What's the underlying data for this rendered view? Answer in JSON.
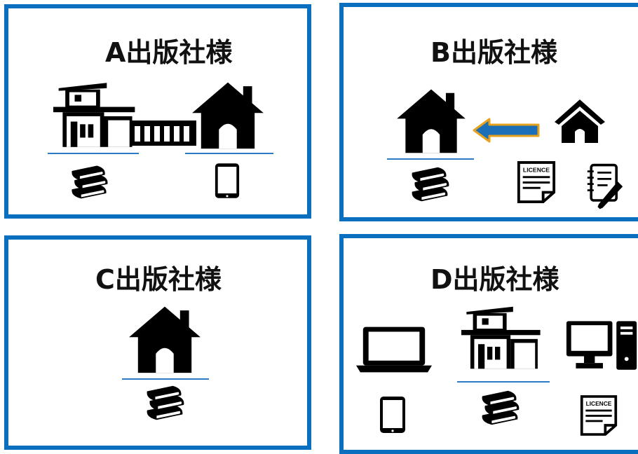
{
  "panels": {
    "a": {
      "title": "A出版社様"
    },
    "b": {
      "title": "B出版社様"
    },
    "c": {
      "title": "C出版社様"
    },
    "d": {
      "title": "D出版社様"
    }
  },
  "icons": {
    "licence_label": "LICENCE"
  },
  "colors": {
    "border": "#0a6fbf",
    "rule": "#2b7cc4",
    "arrow_fill": "#1a6fb8",
    "arrow_stroke": "#e6a21c"
  }
}
